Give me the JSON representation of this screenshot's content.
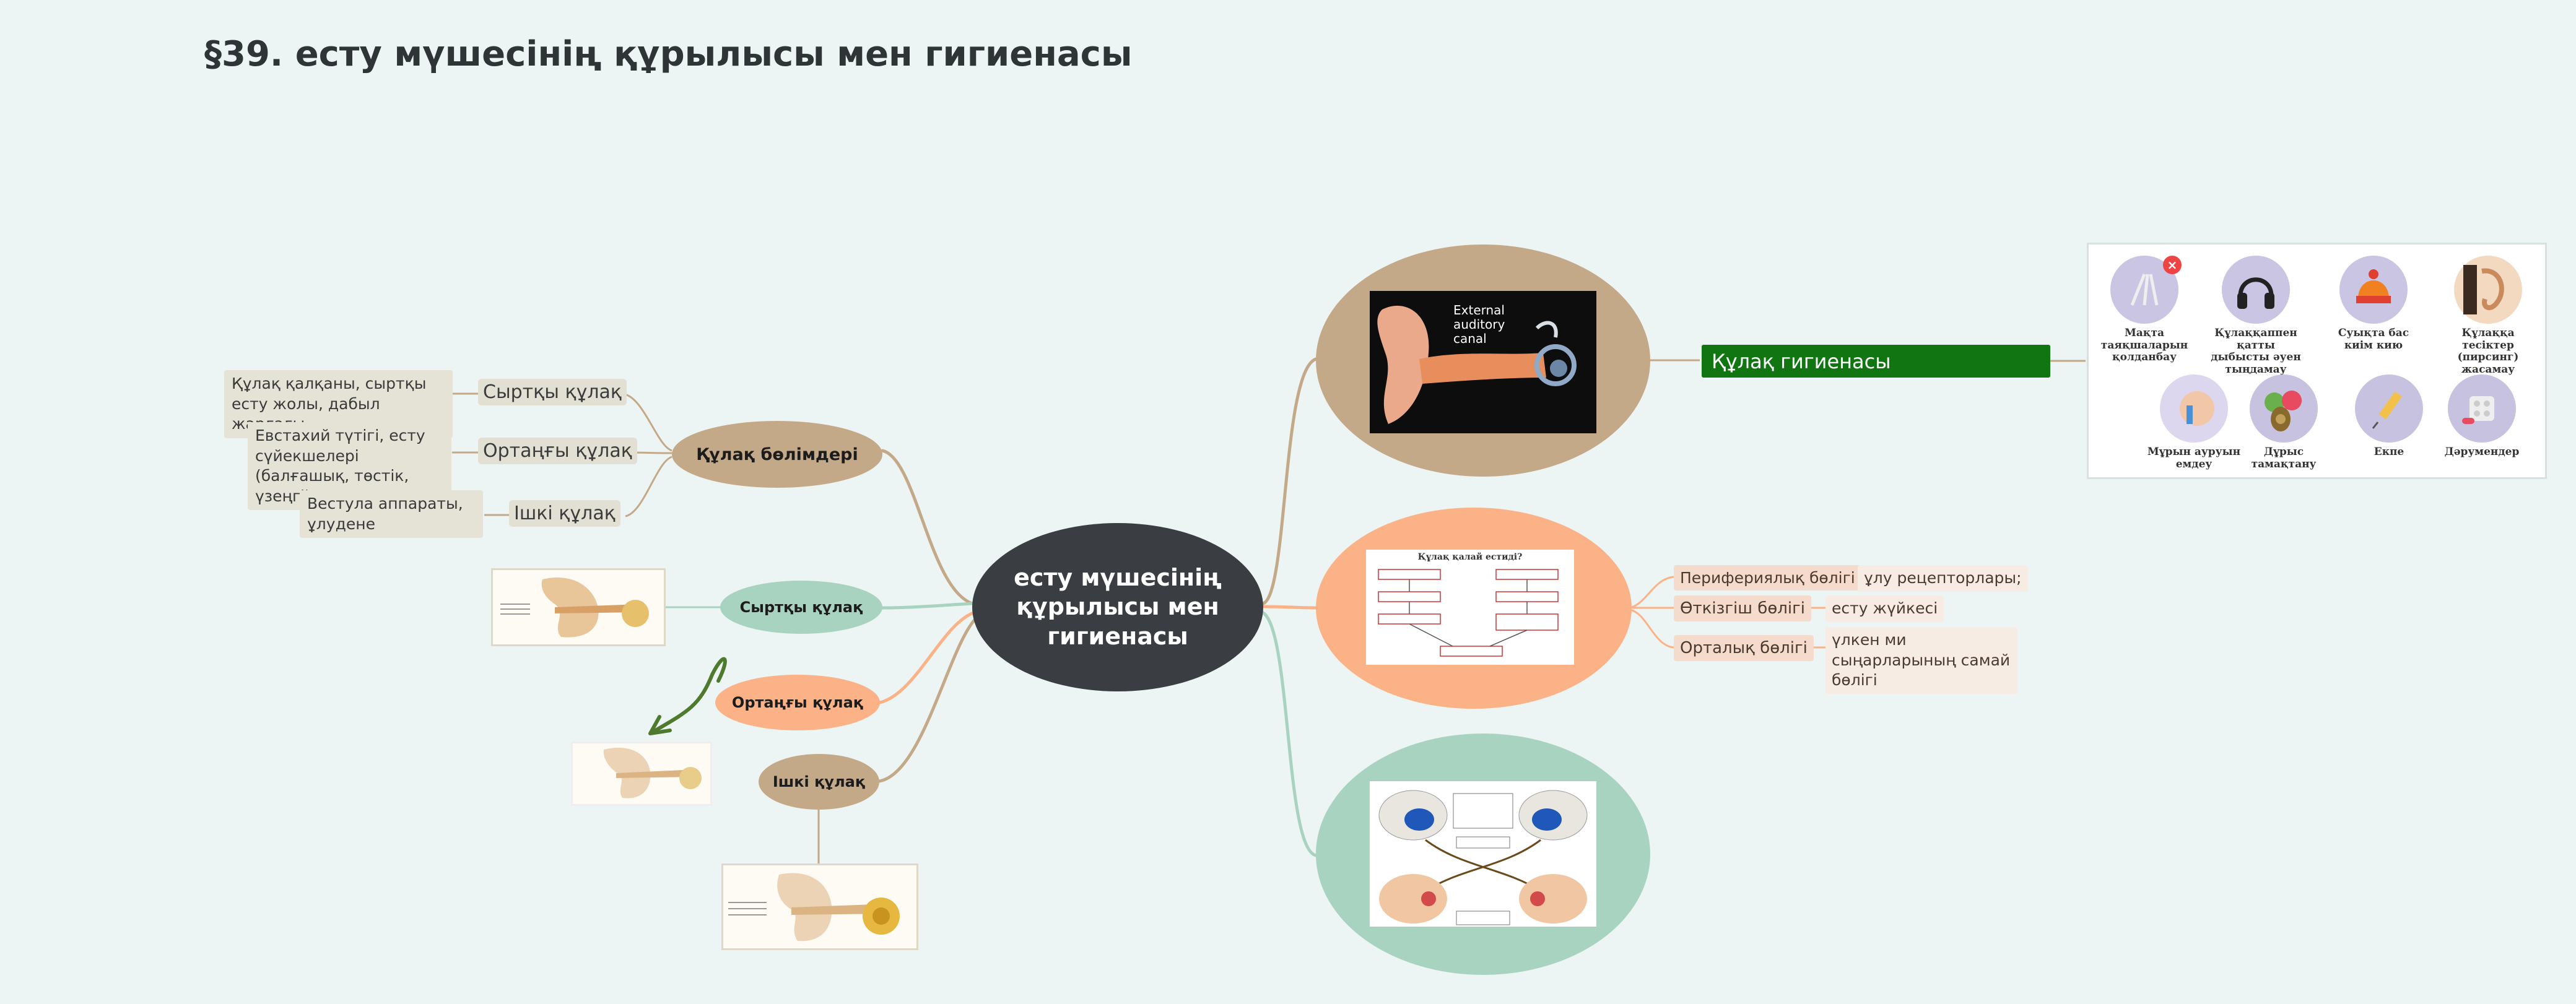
{
  "title": "§39. есту мүшесінің құрылысы мен гигиенасы",
  "central": "есту мүшесінің құрылысы мен гигиенасы",
  "left": {
    "parts": {
      "label": "Құлақ бөлімдері",
      "children": [
        {
          "label": "Сыртқы құлақ",
          "note": "Құлақ қалқаны, сыртқы есту жолы, дабыл жарғағы"
        },
        {
          "label": "Ортаңғы құлақ",
          "note": "Евстахий түтігі, есту сүйекшелері (балғашық, төстік, үзеңгі)"
        },
        {
          "label": "Ішкі құлақ",
          "note": "Вестула аппараты, ұлудене"
        }
      ]
    },
    "outer": "Сыртқы құлақ",
    "middle": "Ортаңғы құлақ",
    "inner": "Ішкі құлақ"
  },
  "right": {
    "top_image": {
      "caption": "External auditory canal"
    },
    "hygiene_label": "Құлақ гигиенасы",
    "hygiene_items": [
      "Мақта таяқшаларын қолданбау",
      "Құлаққаппен қатты дыбысты әуен тыңдамау",
      "Суықта бас киім кию",
      "Құлаққа тесіктер (пирсинг) жасамау",
      "Мұрын ауруын емдеу",
      "Дұрыс тамақтану",
      "Екпе",
      "Дәрумендер"
    ],
    "middle_image": {
      "caption": "Құлақ қалай естиді?"
    },
    "branches": [
      {
        "label": "Перифериялық бөлігі",
        "note": "ұлу рецепторлары;"
      },
      {
        "label": "Өткізгіш бөлігі",
        "note": "есту жүйкесі"
      },
      {
        "label": "Орталық бөлігі",
        "note": "үлкен ми сыңарларының самай бөлігі"
      }
    ]
  },
  "colors": {
    "background": "#ecf4f4",
    "central": "#3a3e42",
    "tan": "#c4a988",
    "teal": "#a8d3c1",
    "peach": "#fbb286",
    "hygiene": "#117512"
  }
}
